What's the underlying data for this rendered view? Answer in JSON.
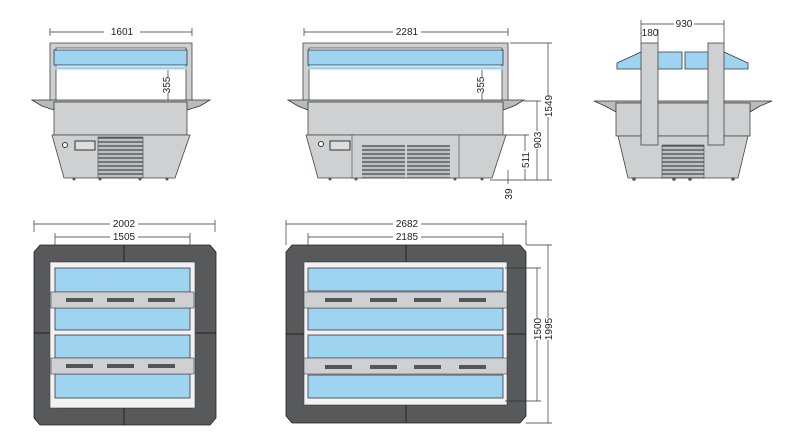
{
  "colors": {
    "glass": "#9fd4f0",
    "body": "#cfd0d2",
    "frame": "#58595b"
  },
  "front_view_small": {
    "width": "1601",
    "height_gap": "355"
  },
  "front_view_large": {
    "width": "2281",
    "height_gap": "355",
    "total_height": "1549",
    "counter_height": "903",
    "base_height": "511",
    "foot_height": "39"
  },
  "side_view": {
    "depth": "930",
    "post_width": "180"
  },
  "plan_view_small": {
    "outer_width": "2002",
    "inner_width": "1505"
  },
  "plan_view_large": {
    "outer_width": "2682",
    "inner_width": "2185",
    "inner_depth": "1500",
    "outer_depth": "1995"
  }
}
